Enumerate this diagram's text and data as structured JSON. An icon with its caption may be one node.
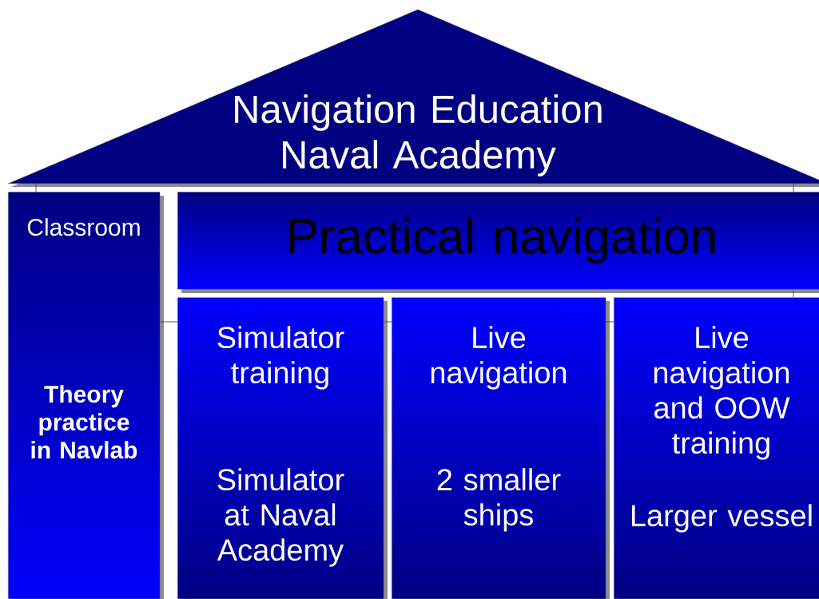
{
  "diagram": {
    "nodes": [
      {
        "text": [
          "Navigation Education Naval Academy"
        ]
      },
      {
        "text": [
          "Classroom",
          "Theory practice in Navlab"
        ]
      },
      {
        "text": [
          "Practical navigation"
        ]
      },
      {
        "text": [
          "Simulator training",
          "Simulator at Naval Academy"
        ]
      },
      {
        "text": [
          "Live navigation",
          "2 smaller ships"
        ]
      },
      {
        "text": [
          "Live navigation and OOW training",
          "Larger vessel"
        ]
      }
    ],
    "edges": [
      {
        "from": 0,
        "to": 1,
        "arrow": "none"
      },
      {
        "from": 0,
        "to": 2,
        "arrow": "none"
      },
      {
        "from": 1,
        "to": 3,
        "arrow": "none"
      },
      {
        "from": 3,
        "to": 4,
        "arrow": "none"
      },
      {
        "from": 4,
        "to": 5,
        "arrow": "none"
      },
      {
        "from": 2,
        "to": 5,
        "arrow": "none"
      }
    ]
  }
}
